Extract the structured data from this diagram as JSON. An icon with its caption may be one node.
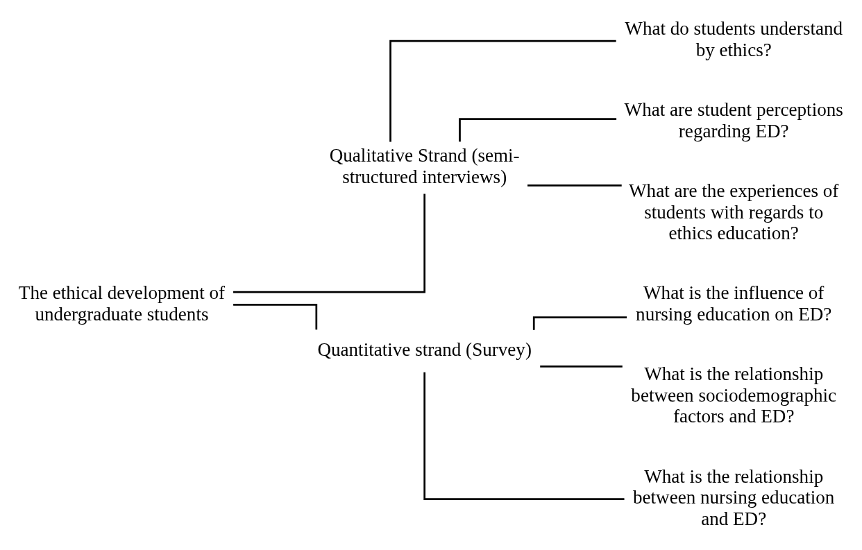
{
  "diagram": {
    "nodes": [
      {
        "text": [
          "The ethical development of undergraduate students"
        ]
      },
      {
        "text": [
          "Qualitative Strand (semi-structured interviews)"
        ]
      },
      {
        "text": [
          "What do students understand by ethics?"
        ]
      },
      {
        "text": [
          "What are student perceptions regarding ED?"
        ]
      },
      {
        "text": [
          "What are the experiences of students with regards to ethics education?"
        ]
      },
      {
        "text": [
          "Quantitative strand (Survey)"
        ]
      },
      {
        "text": [
          "What is the influence of nursing education on ED?"
        ]
      },
      {
        "text": [
          "What is the relationship between sociodemographic factors and ED?"
        ]
      },
      {
        "text": [
          "What is the relationship between nursing education and ED?"
        ]
      }
    ],
    "edges": [
      {
        "from": 0,
        "to": 1,
        "arrow": "none"
      },
      {
        "from": 0,
        "to": 5,
        "arrow": "none"
      },
      {
        "from": 1,
        "to": 2,
        "arrow": "none"
      },
      {
        "from": 1,
        "to": 3,
        "arrow": "none"
      },
      {
        "from": 1,
        "to": 4,
        "arrow": "none"
      },
      {
        "from": 5,
        "to": 6,
        "arrow": "none"
      },
      {
        "from": 5,
        "to": 7,
        "arrow": "none"
      },
      {
        "from": 5,
        "to": 8,
        "arrow": "none"
      }
    ]
  }
}
